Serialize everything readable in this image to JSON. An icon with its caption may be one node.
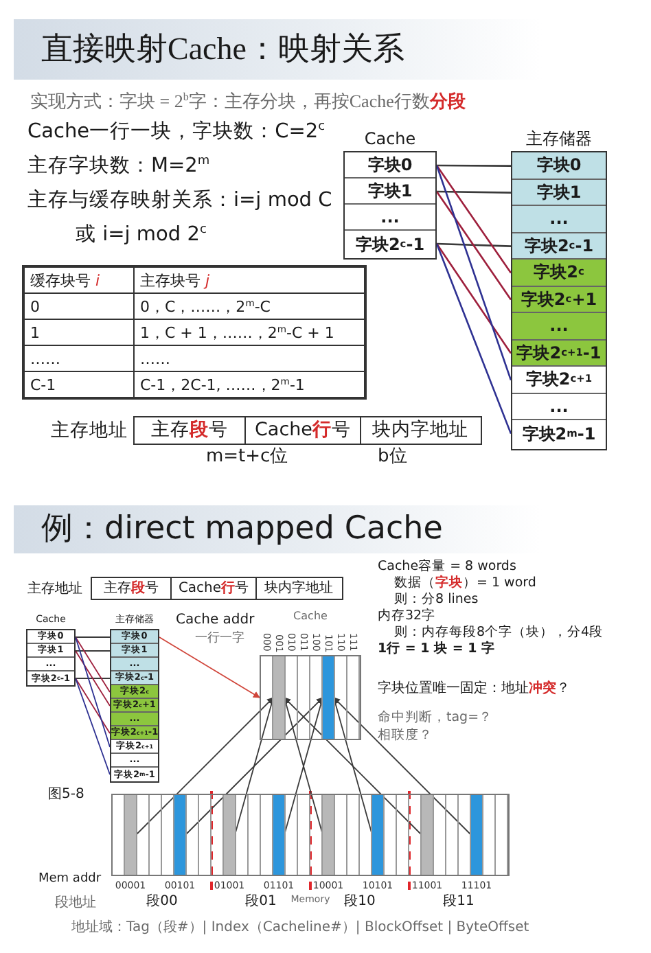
{
  "diagram": {
    "title": "直接映射Cache：映射关系",
    "nodes": [
      {
        "text": [
          "Cache"
        ]
      },
      {
        "text": [
          "字块0"
        ],
        "in": 0
      },
      {
        "text": [
          "字块1"
        ],
        "in": 0
      },
      {
        "text": [
          "..."
        ],
        "in": 0
      },
      {
        "text": [
          "字块2$^{c}$-1"
        ],
        "in": 0
      },
      {
        "text": [
          "主存储器"
        ]
      },
      {
        "text": [
          "字块0"
        ],
        "in": 5
      },
      {
        "text": [
          "字块1"
        ],
        "in": 5
      },
      {
        "text": [
          "..."
        ],
        "in": 5
      },
      {
        "text": [
          "字块2$^{c}$-1"
        ],
        "in": 5
      },
      {
        "text": [
          "字块2$^{c}$"
        ],
        "in": 5
      },
      {
        "text": [
          "字块2$^{c}$+1"
        ],
        "in": 5
      },
      {
        "text": [
          "..."
        ],
        "in": 5
      },
      {
        "text": [
          "字块2$^{c+1}$-1"
        ],
        "in": 5
      },
      {
        "text": [
          "字块2$^{c+1}$"
        ],
        "in": 5
      },
      {
        "text": [
          "..."
        ],
        "in": 5
      },
      {
        "text": [
          "字块2$^{m}$-1"
        ],
        "in": 5
      },
      {
        "text": [
          "主存地址"
        ]
      },
      {
        "text": [
          "主存**段**号"
        ],
        "in": 17
      },
      {
        "text": [
          "Cache**行**号"
        ],
        "in": 17
      },
      {
        "text": [
          "块内字地址"
        ],
        "in": 17
      },
      {
        "text": [
          "主存地址"
        ]
      },
      {
        "text": [
          "主存**段**号"
        ],
        "in": 21
      },
      {
        "text": [
          "Cache**行**号"
        ],
        "in": 21
      },
      {
        "text": [
          "块内字地址"
        ],
        "in": 21
      },
      {
        "text": [
          "Cache"
        ]
      },
      {
        "text": [
          "字块0"
        ],
        "in": 25
      },
      {
        "text": [
          "字块1"
        ],
        "in": 25
      },
      {
        "text": [
          "..."
        ],
        "in": 25
      },
      {
        "text": [
          "字块2$^{c}$-1"
        ],
        "in": 25
      },
      {
        "text": [
          "主存储器"
        ]
      },
      {
        "text": [
          "字块0"
        ],
        "in": 30
      },
      {
        "text": [
          "字块1"
        ],
        "in": 30
      },
      {
        "text": [
          "..."
        ],
        "in": 30
      },
      {
        "text": [
          "字块2$^{c}$-1"
        ],
        "in": 30
      },
      {
        "text": [
          "字块2$^{c}$"
        ],
        "in": 30
      },
      {
        "text": [
          "字块2$^{c}$+1"
        ],
        "in": 30
      },
      {
        "text": [
          "..."
        ],
        "in": 30
      },
      {
        "text": [
          "字块2$^{c+1}$-1"
        ],
        "in": 30
      },
      {
        "text": [
          "字块2$^{c+1}$"
        ],
        "in": 30
      },
      {
        "text": [
          "..."
        ],
        "in": 30
      },
      {
        "text": [
          "字块2$^{m}$-1"
        ],
        "in": 30
      },
      {
        "text": [],
        "shape": "bar"
      },
      {
        "text": [],
        "shape": "box",
        "in": 42,
        "beside": [
          "001"
        ]
      },
      {
        "text": [],
        "shape": "box",
        "in": 42,
        "beside": [
          "101"
        ]
      },
      {
        "text": [],
        "shape": "bar"
      },
      {
        "text": [],
        "shape": "box",
        "in": 45,
        "beside": [
          "00001"
        ]
      },
      {
        "text": [],
        "shape": "box",
        "in": 45,
        "beside": [
          "00101"
        ]
      },
      {
        "text": [],
        "shape": "box",
        "in": 45,
        "beside": [
          "01001"
        ]
      },
      {
        "text": [],
        "shape": "box",
        "in": 45,
        "beside": [
          "01101"
        ]
      },
      {
        "text": [],
        "shape": "box",
        "in": 45,
        "beside": [
          "10001"
        ]
      },
      {
        "text": [],
        "shape": "box",
        "in": 45,
        "beside": [
          "10101"
        ]
      },
      {
        "text": [],
        "shape": "box",
        "in": 45,
        "beside": [
          "11001"
        ]
      },
      {
        "text": [],
        "shape": "box",
        "in": 45,
        "beside": [
          "11101"
        ]
      }
    ],
    "edges": [
      {
        "from": 1,
        "to": 6,
        "arrow": "none"
      },
      {
        "from": 2,
        "to": 7,
        "arrow": "none"
      },
      {
        "from": 4,
        "to": 9,
        "arrow": "none"
      },
      {
        "from": 1,
        "to": 10,
        "arrow": "none",
        "color": "#9e1f3c"
      },
      {
        "from": 2,
        "to": 11,
        "arrow": "none",
        "color": "#9e1f3c"
      },
      {
        "from": 4,
        "to": 13,
        "arrow": "none",
        "color": "#9e1f3c"
      },
      {
        "from": 1,
        "to": 14,
        "arrow": "none",
        "color": "#2e3192"
      },
      {
        "from": 4,
        "to": 16,
        "arrow": "none",
        "color": "#2e3192"
      },
      {
        "from": 26,
        "to": 31,
        "arrow": "none"
      },
      {
        "from": 27,
        "to": 32,
        "arrow": "none"
      },
      {
        "from": 29,
        "to": 34,
        "arrow": "none"
      },
      {
        "from": 26,
        "to": 35,
        "arrow": "none",
        "color": "#9e1f3c"
      },
      {
        "from": 27,
        "to": 36,
        "arrow": "none",
        "color": "#9e1f3c"
      },
      {
        "from": 29,
        "to": 38,
        "arrow": "none",
        "color": "#9e1f3c"
      },
      {
        "from": 26,
        "to": 39,
        "arrow": "none",
        "color": "#2e3192"
      },
      {
        "from": 29,
        "to": 41,
        "arrow": "none",
        "color": "#2e3192"
      },
      {
        "from": 31,
        "to": 42,
        "arrow": "to",
        "color": "#d0453a"
      },
      {
        "from": 46,
        "to": 43,
        "arrow": "to"
      },
      {
        "from": 47,
        "to": 44,
        "arrow": "to"
      },
      {
        "from": 48,
        "to": 43,
        "arrow": "to"
      },
      {
        "from": 49,
        "to": 44,
        "arrow": "to"
      },
      {
        "from": 50,
        "to": 43,
        "arrow": "to"
      },
      {
        "from": 51,
        "to": 44,
        "arrow": "to"
      },
      {
        "from": 52,
        "to": 43,
        "arrow": "to"
      },
      {
        "from": 53,
        "to": 44,
        "arrow": "to"
      }
    ],
    "labels": [
      "实现方式：字块 = 2$^{b}$字：主存分块，再按Cache行数**分段**",
      "Cache一行一块，字块数：C=2$^{c}$",
      "主存字块数：M=2$^{m}$",
      "主存与缓存映射关系：i=j mod C",
      "或 i=j mod 2$^{c}$",
      "缓存块号 *i*",
      "主存块号 *j*",
      "0",
      "0，C，……，2$^{m}$-C",
      "1",
      "1，C + 1，……，2$^{m}$-C + 1",
      "……",
      "……",
      "C-1",
      "C-1，2C-1, ……，2$^{m}$-1",
      "m=t+c位",
      "b位",
      "例：direct mapped Cache",
      "Cache addr",
      "一行一字",
      "Cache",
      "000",
      "010",
      "011",
      "100",
      "110",
      "111",
      "Cache容量 = 8 words",
      "数据（**字块**）= 1 word",
      "则：分8 lines",
      "内存32字",
      "则：内存每段8个字（块），分4段",
      "1行 = 1 块 = 1 字",
      "字块位置唯一固定：地址**冲突**？",
      "命中判断，tag=？",
      "相联度？",
      "图5-8",
      "Mem addr",
      "段地址",
      "段00",
      "段01",
      "Memory",
      "段10",
      "段11",
      "地址域：Tag（段#）| Index（Cacheline#）| BlockOffset | ByteOffset"
    ]
  }
}
